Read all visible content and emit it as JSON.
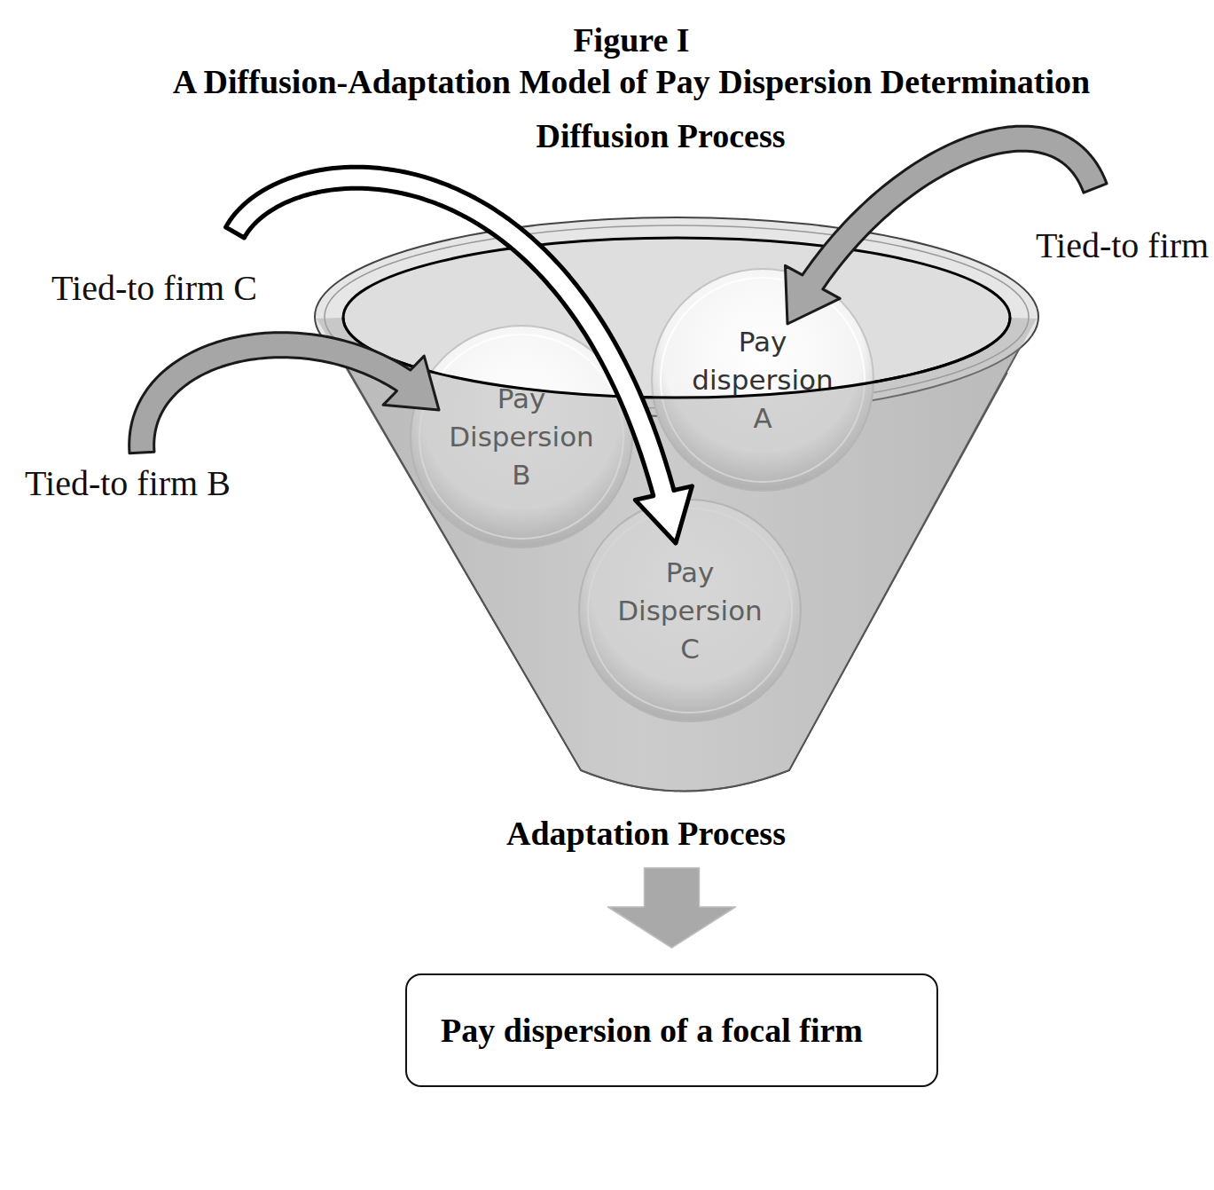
{
  "diagram": {
    "title": "Figure I",
    "nodes": [
      {
        "text": [
          "Diffusion Process"
        ]
      },
      {
        "text": [
          "Pay dispersion A"
        ],
        "in": 0
      },
      {
        "text": [
          "Pay Dispersion B"
        ],
        "in": 0
      },
      {
        "text": [
          "Pay Dispersion C"
        ],
        "in": 0
      },
      {
        "text": [
          "Tied-to firm"
        ]
      },
      {
        "text": [
          "Tied-to firm C"
        ]
      },
      {
        "text": [
          "Tied-to firm B"
        ]
      },
      {
        "text": [
          "Pay dispersion of a focal firm"
        ]
      }
    ],
    "edges": [
      {
        "from": 4,
        "to": 1,
        "arrow": "to"
      },
      {
        "from": 5,
        "to": 3,
        "arrow": "to"
      },
      {
        "from": 6,
        "to": 2,
        "arrow": "to"
      },
      {
        "from": 0,
        "to": 7,
        "arrow": "to",
        "label": "Adaptation Process"
      }
    ],
    "labels": [
      "A Diffusion-Adaptation Model of Pay Dispersion Determination"
    ]
  }
}
